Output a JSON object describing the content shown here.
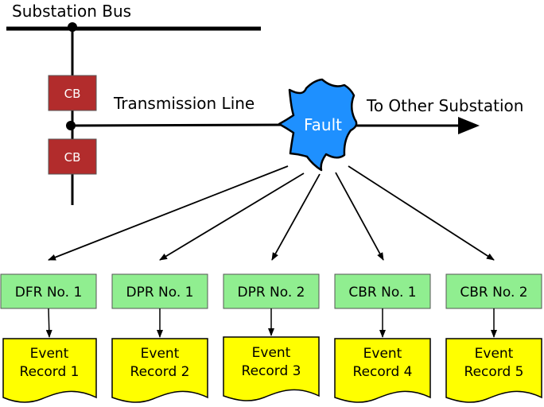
{
  "labels": {
    "bus": "Substation Bus",
    "line": "Transmission Line",
    "other": "To Other Substation",
    "fault": "Fault",
    "cb_top": "CB",
    "cb_bottom": "CB"
  },
  "devices": [
    {
      "name": "DFR No. 1",
      "record_line1": "Event",
      "record_line2": "Record 1"
    },
    {
      "name": "DPR No. 1",
      "record_line1": "Event",
      "record_line2": "Record 2"
    },
    {
      "name": "DPR No. 2",
      "record_line1": "Event",
      "record_line2": "Record 3"
    },
    {
      "name": "CBR No. 1",
      "record_line1": "Event",
      "record_line2": "Record 4"
    },
    {
      "name": "CBR No. 2",
      "record_line1": "Event",
      "record_line2": "Record 5"
    }
  ],
  "colors": {
    "breaker": "#b22c2c",
    "fault": "#1e90ff",
    "device": "#90ee90",
    "record": "#ffff00"
  }
}
